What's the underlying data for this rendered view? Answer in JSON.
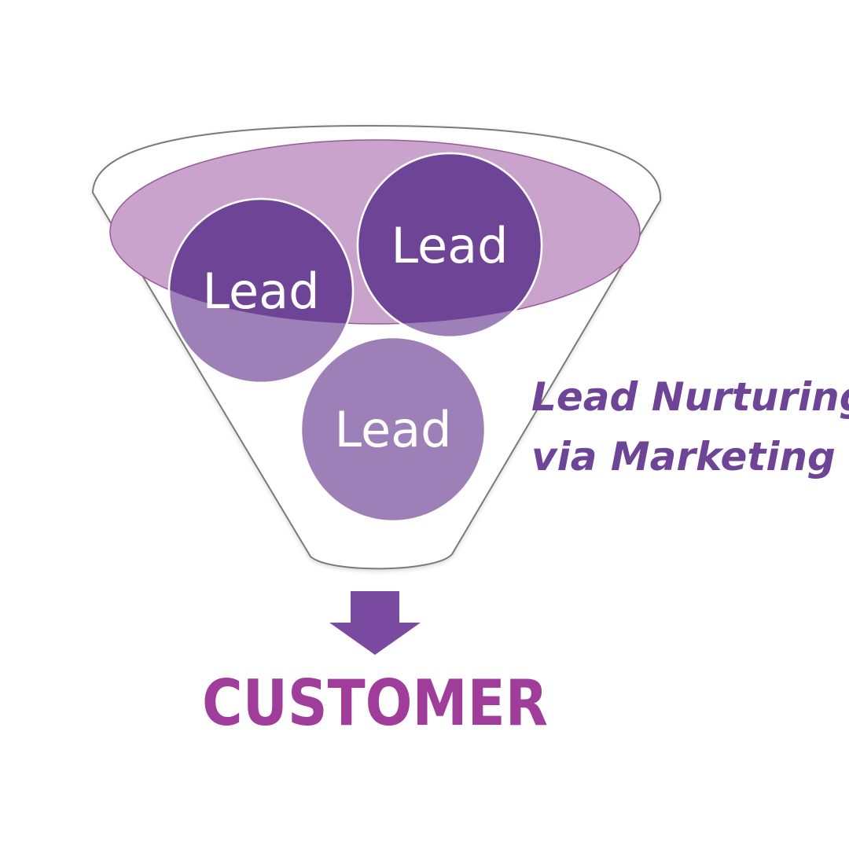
{
  "leads": [
    {
      "label": "Lead"
    },
    {
      "label": "Lead"
    },
    {
      "label": "Lead"
    }
  ],
  "caption": {
    "line1": "Lead Nurturing",
    "line2": "via Marketing"
  },
  "result": {
    "label": "CUSTOMER"
  },
  "colors": {
    "lead_dark": "#6e4496",
    "lead_light": "#9e80b8",
    "funnel_top": "#c9a3cb",
    "caption": "#6e4496",
    "customer": "#a03c9a",
    "arrow": "#7a4aa0"
  }
}
